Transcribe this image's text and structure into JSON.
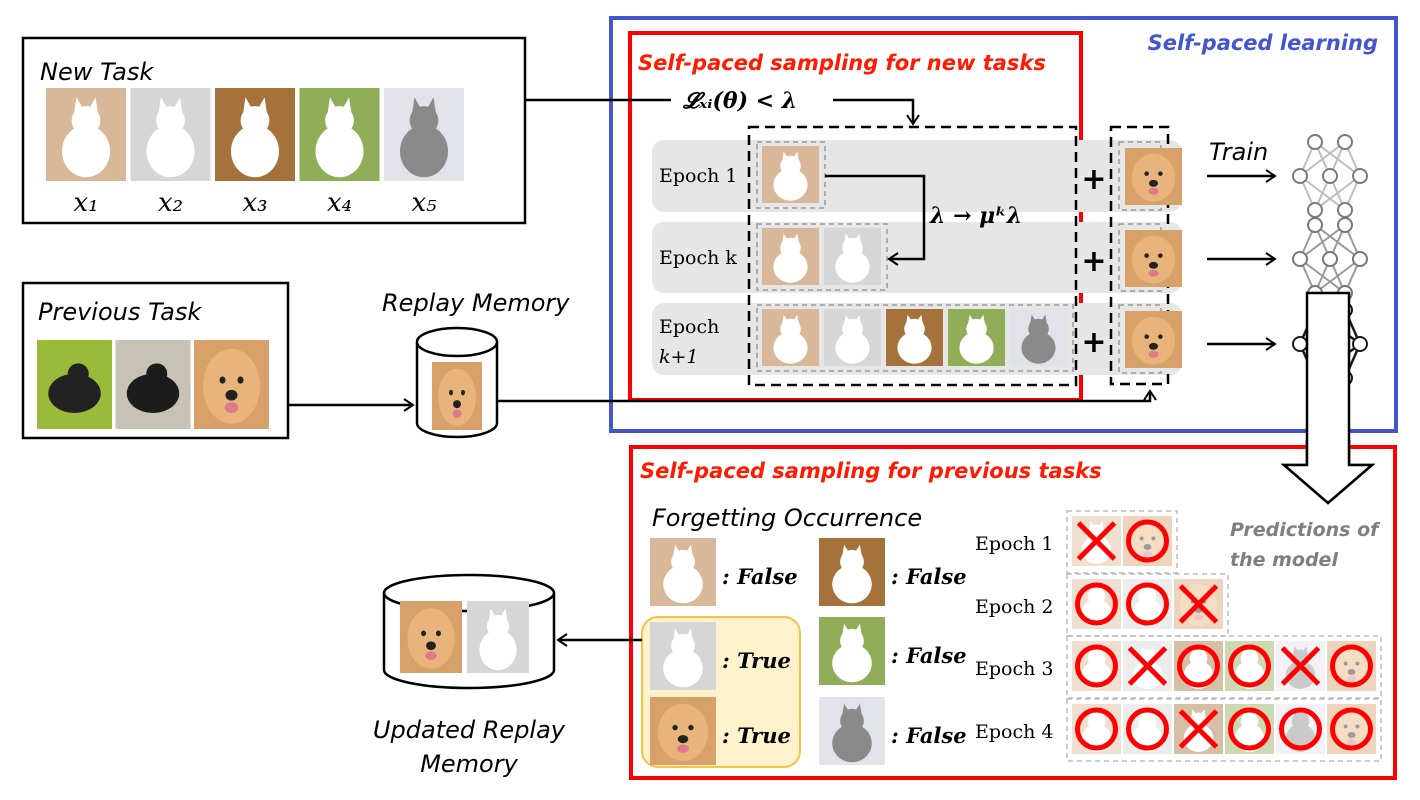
{
  "colors": {
    "red": "#ff0000",
    "red_text": "#ff1a00",
    "blue": "#4356cc",
    "row_bg": "#e6e6e6",
    "highlight_fill": "#fff2cc",
    "highlight_stroke": "#f5c242",
    "grey_text": "#7f7f7f"
  },
  "new_task": {
    "title": "New Task",
    "samples": [
      {
        "label": "x₁",
        "image": "white-cat-1",
        "tone": "#d9b89a"
      },
      {
        "label": "x₂",
        "image": "white-cat-2",
        "tone": "#d8d8d8"
      },
      {
        "label": "x₃",
        "image": "white-cat-3",
        "tone": "#a5723c"
      },
      {
        "label": "x₄",
        "image": "white-cat-4",
        "tone": "#8fae57"
      },
      {
        "label": "x₅",
        "image": "tabby-cat",
        "tone": "#e2e2ea"
      }
    ]
  },
  "previous_task": {
    "title": "Previous Task",
    "images": [
      {
        "image": "border-collie",
        "tone": "#9cba3a"
      },
      {
        "image": "black-dog",
        "tone": "#c8c2b4"
      },
      {
        "image": "golden-retriever",
        "tone": "#d8a16a"
      }
    ]
  },
  "replay_memory": {
    "label": "Replay Memory",
    "images": [
      {
        "image": "golden-retriever",
        "tone": "#d8a16a"
      }
    ]
  },
  "self_paced_learning": {
    "title": "Self-paced learning"
  },
  "new_sampling": {
    "title": "Self-paced sampling for new tasks",
    "threshold": "𝓛ₓᵢ(θ) < λ",
    "update_rule": "λ → μᵏλ",
    "train_label": "Train",
    "plus": "+",
    "epochs": [
      {
        "label": "Epoch 1",
        "label2": "",
        "selected": [
          "white-cat-1"
        ]
      },
      {
        "label": "Epoch k",
        "label2": "",
        "selected": [
          "white-cat-1",
          "white-cat-2"
        ]
      },
      {
        "label": "Epoch",
        "label2": "k+1",
        "selected": [
          "white-cat-1",
          "white-cat-2",
          "white-cat-3",
          "white-cat-4",
          "tabby-cat"
        ]
      }
    ],
    "model_states": [
      "untrained",
      "partially-trained",
      "trained"
    ]
  },
  "previous_sampling": {
    "title": "Self-paced sampling for previous tasks",
    "forgetting_title": "Forgetting Occurrence",
    "forgetting": [
      {
        "image": "white-cat-1",
        "value": ": False",
        "forgotten": false
      },
      {
        "image": "white-cat-3",
        "value": ": False",
        "forgotten": false
      },
      {
        "image": "white-cat-2",
        "value": ": True",
        "forgotten": true
      },
      {
        "image": "white-cat-4",
        "value": ": False",
        "forgotten": false
      },
      {
        "image": "golden-retriever",
        "value": ": True",
        "forgotten": true
      },
      {
        "image": "tabby-cat",
        "value": ": False",
        "forgotten": false
      }
    ],
    "predictions_label_line1": "Predictions of",
    "predictions_label_line2": "the model",
    "prediction_epochs": [
      {
        "label": "Epoch 1",
        "marks": [
          {
            "image": "white-cat-1",
            "mark": "X"
          },
          {
            "image": "golden-retriever",
            "mark": "O"
          }
        ]
      },
      {
        "label": "Epoch 2",
        "marks": [
          {
            "image": "white-cat-1",
            "mark": "O"
          },
          {
            "image": "white-cat-2",
            "mark": "O"
          },
          {
            "image": "golden-retriever",
            "mark": "X"
          }
        ]
      },
      {
        "label": "Epoch 3",
        "marks": [
          {
            "image": "white-cat-1",
            "mark": "O"
          },
          {
            "image": "white-cat-2",
            "mark": "X"
          },
          {
            "image": "white-cat-3",
            "mark": "O"
          },
          {
            "image": "white-cat-4",
            "mark": "O"
          },
          {
            "image": "tabby-cat",
            "mark": "X"
          },
          {
            "image": "golden-retriever",
            "mark": "O"
          }
        ]
      },
      {
        "label": "Epoch 4",
        "marks": [
          {
            "image": "white-cat-1",
            "mark": "O"
          },
          {
            "image": "white-cat-2",
            "mark": "O"
          },
          {
            "image": "white-cat-3",
            "mark": "X"
          },
          {
            "image": "white-cat-4",
            "mark": "O"
          },
          {
            "image": "tabby-cat",
            "mark": "O"
          },
          {
            "image": "golden-retriever",
            "mark": "O"
          }
        ]
      }
    ]
  },
  "updated_memory": {
    "label_line1": "Updated Replay",
    "label_line2": "Memory",
    "images": [
      {
        "image": "golden-retriever",
        "tone": "#d8a16a"
      },
      {
        "image": "white-cat-2",
        "tone": "#d8d8d8"
      }
    ]
  },
  "image_tones": {
    "white-cat-1": "#d9b89a",
    "white-cat-2": "#d6d6d6",
    "white-cat-3": "#a5723c",
    "white-cat-4": "#8fae57",
    "tabby-cat": "#e2e2ea",
    "golden-retriever": "#d8a16a",
    "border-collie": "#9cba3a",
    "black-dog": "#c8c2b4"
  }
}
